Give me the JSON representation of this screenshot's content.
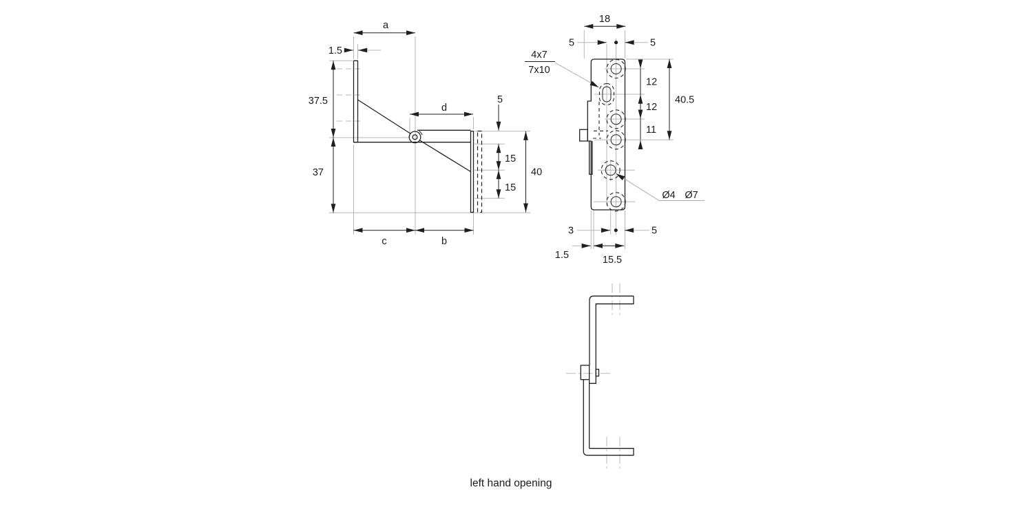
{
  "caption": "left hand opening",
  "colors": {
    "line": "#1f1f1f",
    "extension": "#b5b5b5",
    "background": "#ffffff"
  },
  "side_view": {
    "labels": {
      "a": "a",
      "thickness": "1.5",
      "upper_height": "37.5",
      "lower_height": "37",
      "d": "d",
      "top_offset": "5",
      "pitch_upper": "15",
      "pitch_lower": "15",
      "plate_height": "40",
      "c": "c",
      "b": "b"
    }
  },
  "front_view": {
    "labels": {
      "width": "18",
      "offset_left": "5",
      "offset_right": "5",
      "slot_line1": "4x7",
      "slot_line2": "7x10",
      "pitch1": "12",
      "pitch2": "12",
      "height_total": "40.5",
      "pitch3": "11",
      "hole_dia": "Ø4",
      "head_dia": "Ø7",
      "bottom_left": "3",
      "bottom_right": "5",
      "edge": "1.5",
      "width_total": "15.5"
    }
  }
}
